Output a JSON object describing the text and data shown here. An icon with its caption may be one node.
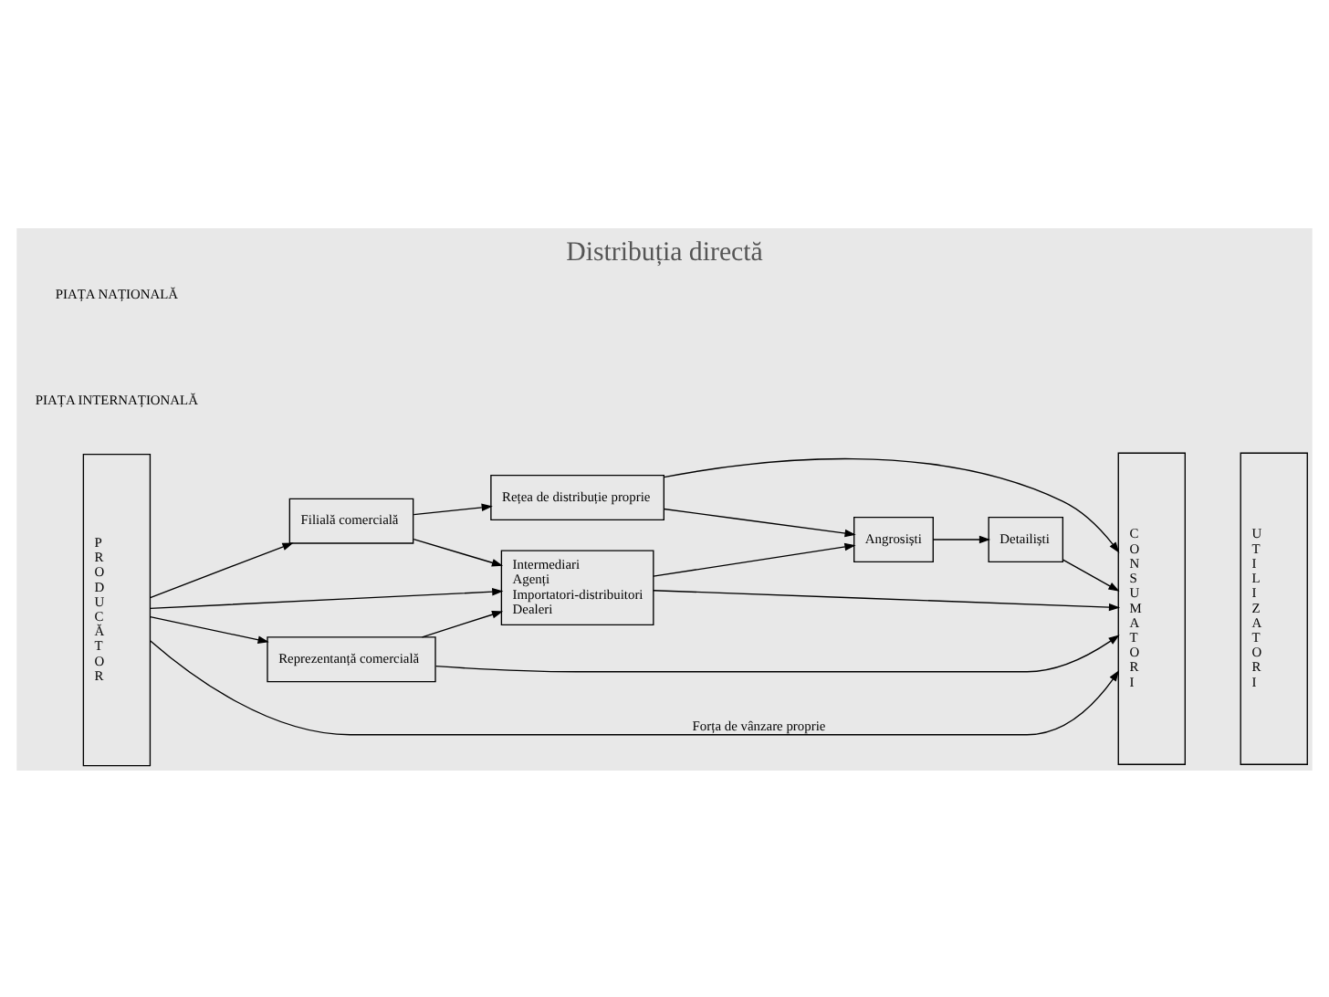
{
  "diagram": {
    "title": "Distribuția directă",
    "nodes": [
      {
        "text": [
          "P R O D U C Ă T O R"
        ]
      },
      {
        "text": [
          "Filială comercială"
        ]
      },
      {
        "text": [
          "Rețea de distribuție proprie"
        ]
      },
      {
        "text": [
          "Intermediari",
          "Agenți",
          "Importatori-distribuitori",
          "Dealeri"
        ]
      },
      {
        "text": [
          "Angrosiști"
        ]
      },
      {
        "text": [
          "Detailiști"
        ]
      },
      {
        "text": [
          "Reprezentanță comercială"
        ]
      },
      {
        "text": [
          "C O N S U M A T O R I"
        ]
      },
      {
        "text": [
          "U T I L I Z A T O R I"
        ]
      }
    ],
    "edges": [
      {
        "from": 0,
        "to": 1,
        "arrow": "to"
      },
      {
        "from": 1,
        "to": 2,
        "arrow": "to"
      },
      {
        "from": 1,
        "to": 3,
        "arrow": "to"
      },
      {
        "from": 2,
        "to": 7,
        "arrow": "to"
      },
      {
        "from": 2,
        "to": 4,
        "arrow": "to"
      },
      {
        "from": 3,
        "to": 4,
        "arrow": "to"
      },
      {
        "from": 4,
        "to": 5,
        "arrow": "to"
      },
      {
        "from": 5,
        "to": 7,
        "arrow": "to"
      },
      {
        "from": 0,
        "to": 3,
        "arrow": "to"
      },
      {
        "from": 3,
        "to": 7,
        "arrow": "to"
      },
      {
        "from": 0,
        "to": 6,
        "arrow": "to"
      },
      {
        "from": 6,
        "to": 7,
        "arrow": "to"
      },
      {
        "from": 6,
        "to": 3,
        "arrow": "to"
      },
      {
        "from": 0,
        "to": 7,
        "label": "Forța de vânzare proprie",
        "arrow": "to"
      }
    ],
    "labels": [
      "PIAȚA NAȚIONALĂ",
      "PIAȚA INTERNAȚIONALĂ"
    ]
  }
}
